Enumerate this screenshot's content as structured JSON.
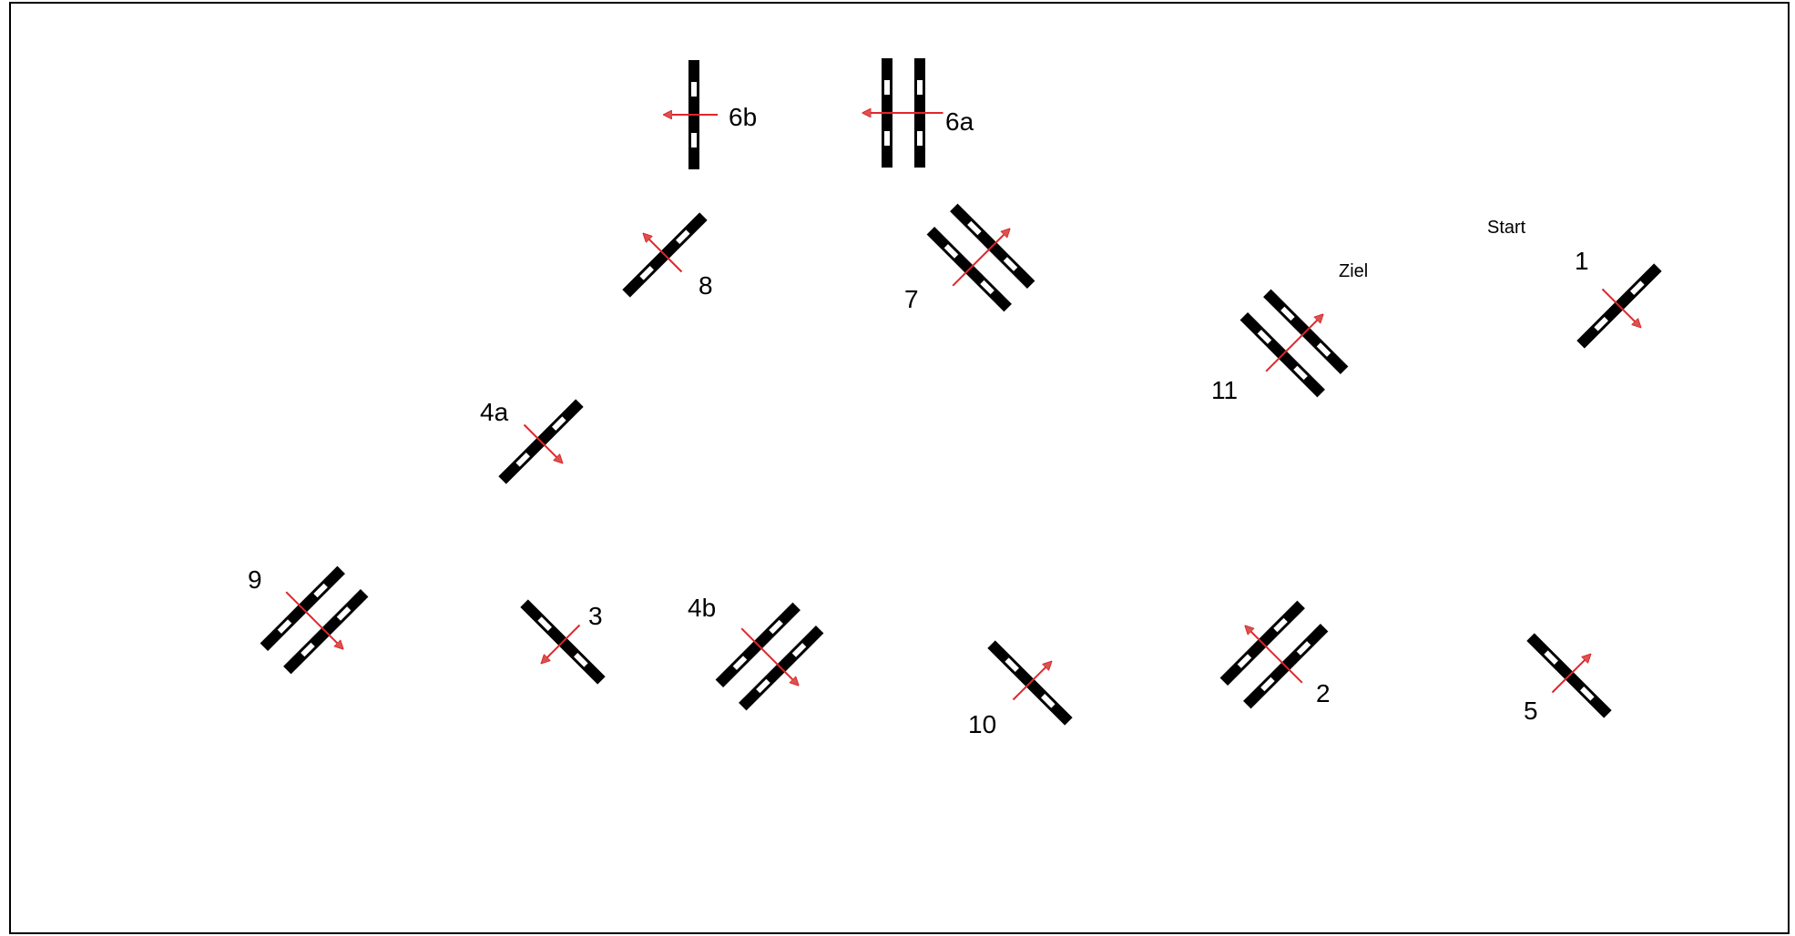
{
  "course": {
    "start_label": "Start",
    "finish_label": "Ziel",
    "colors": {
      "pole": "#000000",
      "pole_stripe": "#ffffff",
      "arrow": "#e0262b",
      "arrow_fill": "#d9534f",
      "frame": "#000000"
    },
    "obstacles": [
      {
        "id": "1",
        "label": "1",
        "type": "single"
      },
      {
        "id": "2",
        "label": "2",
        "type": "double"
      },
      {
        "id": "3",
        "label": "3",
        "type": "single"
      },
      {
        "id": "4a",
        "label": "4a",
        "type": "single"
      },
      {
        "id": "4b",
        "label": "4b",
        "type": "double"
      },
      {
        "id": "5",
        "label": "5",
        "type": "single"
      },
      {
        "id": "6a",
        "label": "6a",
        "type": "double"
      },
      {
        "id": "6b",
        "label": "6b",
        "type": "single"
      },
      {
        "id": "7",
        "label": "7",
        "type": "double"
      },
      {
        "id": "8",
        "label": "8",
        "type": "single"
      },
      {
        "id": "9",
        "label": "9",
        "type": "double"
      },
      {
        "id": "10",
        "label": "10",
        "type": "single"
      },
      {
        "id": "11",
        "label": "11",
        "type": "double"
      }
    ]
  }
}
